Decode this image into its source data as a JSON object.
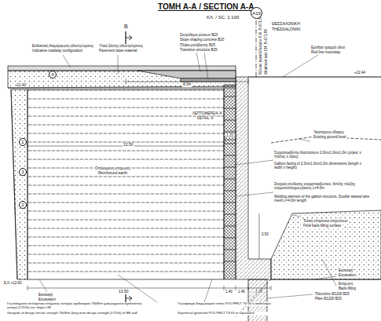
{
  "diagram": {
    "title": "ΤΟΜΗ Α-Α / SECTION A-A",
    "nodes": [
      {
        "text": [
          "A19"
        ]
      },
      {
        "text": [
          "4"
        ]
      },
      {
        "text": [
          "1"
        ]
      },
      {
        "text": [
          "3"
        ]
      },
      {
        "text": [
          "2"
        ]
      }
    ],
    "labels": [
      "ΚΛ. / SC. 1:100",
      "ΘΕΣΣΑΛΟΝΙΚΗ",
      "THESSALONIKI",
      "Άξονας κεφαλόδεσμου Χ.Θ. 8+671.84",
      "Abutment axis CH. 8+671.84",
      "B",
      "B",
      "Ενδεικτική διαμόρφωση οδοστρώματος",
      "Indicative roadway configuration",
      "Υλικό βάσης οδοστρώματος",
      "Pavement base material",
      "Σκυρόδεμα ρύσεων B20",
      "Slope shaping concrete B20",
      "Πλάκα μετάβασης B25",
      "Transition structure B25",
      "Ερυθρά γραμμή οδού",
      "Red line motorway",
      "8.54",
      "+22.44",
      "+21.40",
      "13.50",
      "1.15",
      "Οπλισμένη επίχωση",
      "Reinforced earth",
      "ΛΕΠΤΟΜΕΡΕΙΑ 'Α'",
      "DETAIL 'A'",
      "Υφιστάμενο έδαφος",
      "Existing ground level",
      "Συρματοκιβώτιο διαστάσεων 2.0mx1.0mx1.0m (μήκος x πλάτος x ύψος)",
      "Gabion facing of 2.0mx1.0mx1.0m dimensions (length x width x height)",
      "Στοιχεία σύνδεσης συρματοκιβωτίου, διπλής πλέξης συρματόπλεγμα μήκους L=4.0m",
      "Welding element of the gabion structure. Double twisted wire mesh L=4.0m length",
      "Τελική επιφάνεια επιχώσεων",
      "Final back-filling surface",
      "2.50",
      "Ε.Κ.+12.60",
      "13.50",
      "1.40",
      "1.46",
      "2.28",
      "Εκσκαφή",
      "Excavation",
      "Γεωπλέγματα οπλισμένης επίχωσης αντοχής σχεδιασμού 76kN/m (μακροχρόνια σχεδιαστική αντοχή (LTDS)) του τοίχου ΟΕ",
      "Geogrids of design tensile strength 76kN/m (long term design strength (LTDS)) of BE wall",
      "Γεωύφασμα διαχωρισμού τύπου POLYFELT TS 65 ή ισοδύναμο",
      "Superficial geotextile POLYFELT TS 65 or equivalent",
      "Εκσκαφή",
      "Excavation",
      "Επίχωση",
      "Back-filling",
      "Πάσσαλοι Φ1200 B25",
      "Piles Φ1200 B25"
    ]
  }
}
